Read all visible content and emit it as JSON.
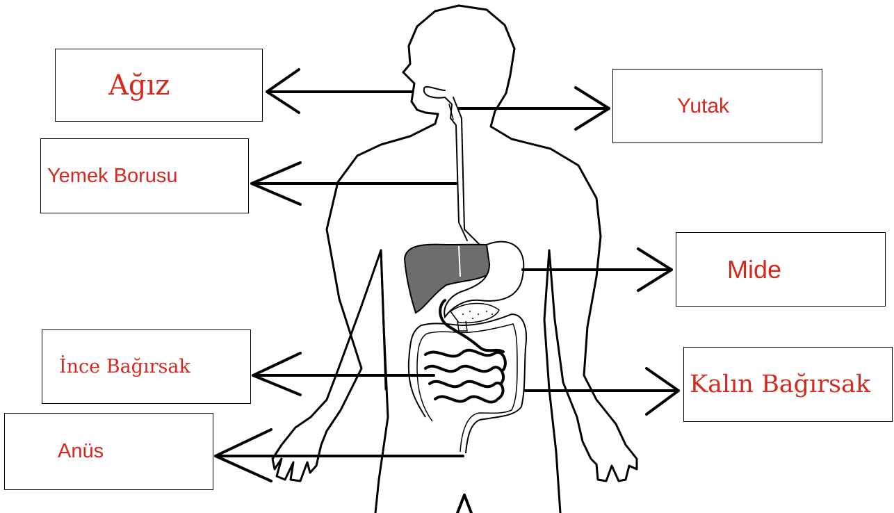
{
  "labels": {
    "agiz": "Ağız",
    "yutak": "Yutak",
    "yemek_borusu": "Yemek Borusu",
    "mide": "Mide",
    "ince_bagirsak": "İnce Bağırsak",
    "kalin_bagirsak": "Kalın Bağırsak",
    "anus": "Anüs"
  },
  "colors": {
    "label_text": "#d5291f",
    "outline": "#000000",
    "liver": "#6b6e6c",
    "background": "#ffffff"
  }
}
